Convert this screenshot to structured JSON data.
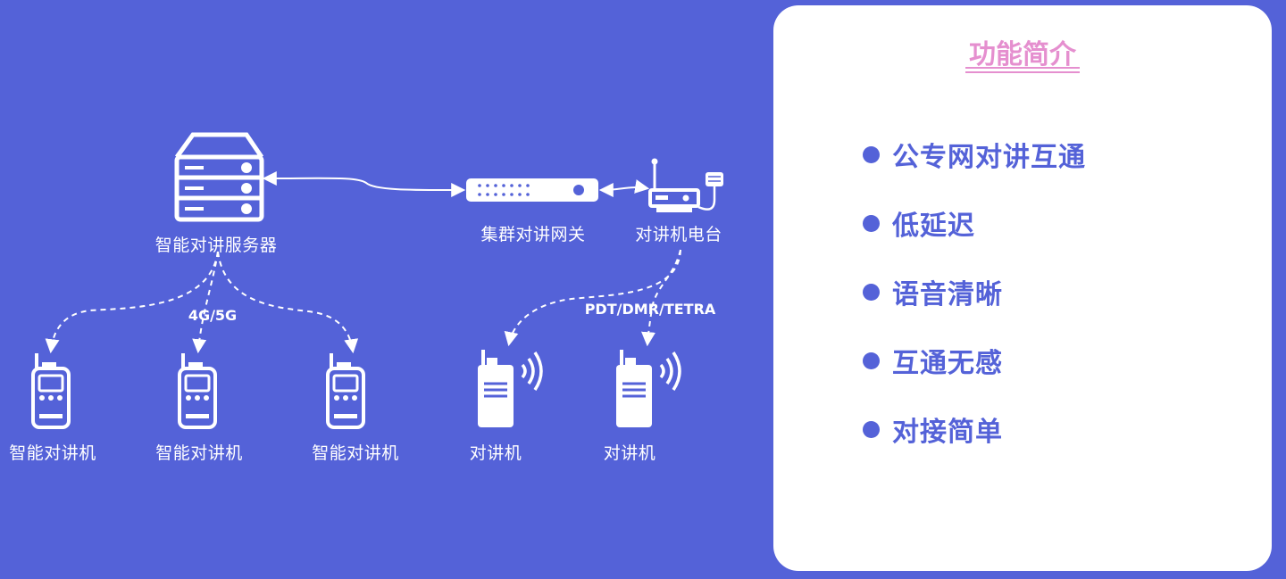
{
  "diagram": {
    "server_label": "智能对讲服务器",
    "gateway_label": "集群对讲网关",
    "radio_station_label": "对讲机电台",
    "network_label": "4G/5G",
    "protocol_label": "PDT/DMR/TETRA",
    "smart_radios": [
      "智能对讲机",
      "智能对讲机",
      "智能对讲机"
    ],
    "radios": [
      "对讲机",
      "对讲机"
    ]
  },
  "panel": {
    "title": "功能简介",
    "features": [
      "公专网对讲互通",
      "低延迟",
      "语音清晰",
      "互通无感",
      "对接简单"
    ]
  },
  "colors": {
    "background": "#5462d8",
    "panel_title": "#e58fcf",
    "feature_text": "#5462d8",
    "panel_background": "#ffffff"
  }
}
